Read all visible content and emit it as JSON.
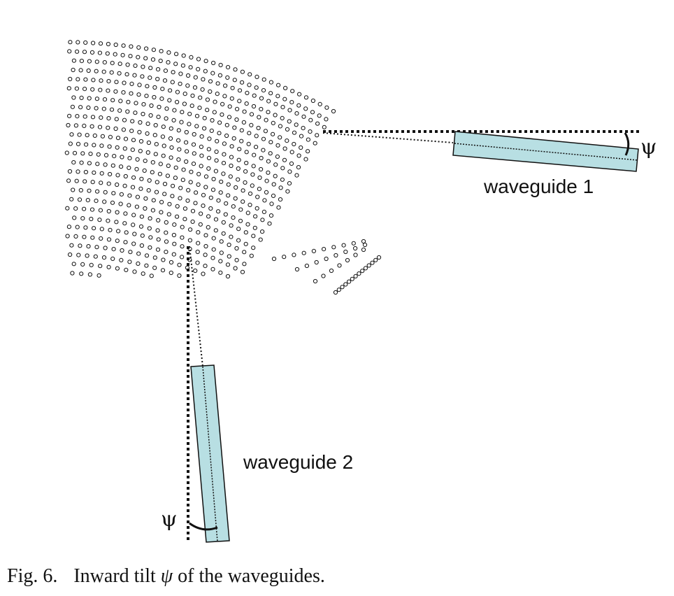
{
  "figure": {
    "waveguide1_label": "waveguide 1",
    "waveguide2_label": "waveguide 2",
    "angle_symbol": "ψ"
  },
  "caption": {
    "number": "Fig. 6.",
    "text_before": "Inward tilt",
    "symbol": "ψ",
    "text_after": "of the waveguides."
  },
  "colors": {
    "waveguide_fill": "#b8dfe3",
    "line": "#111111"
  }
}
